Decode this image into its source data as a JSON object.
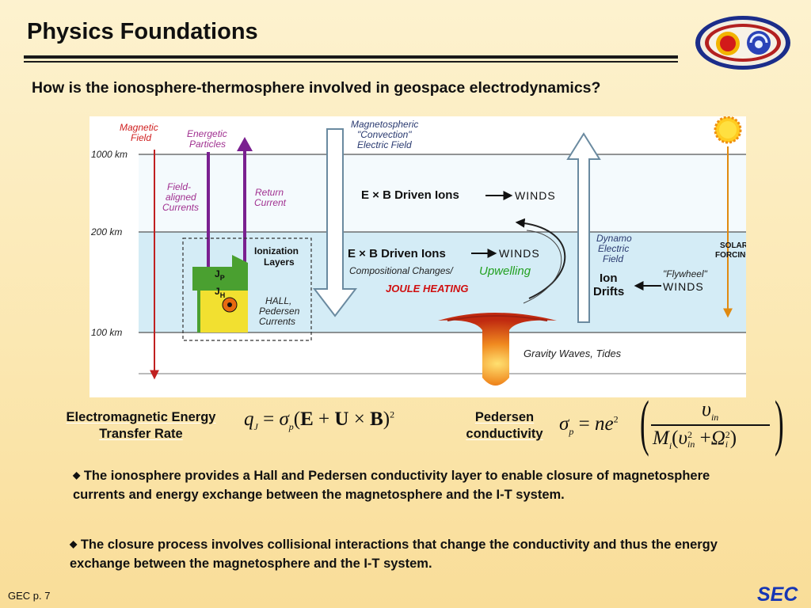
{
  "slide": {
    "title": "Physics Foundations",
    "subtitle": "How is the ionosphere-thermosphere involved in geospace electrodynamics?",
    "footer": "GEC p. 7",
    "brand": "SEC"
  },
  "figure": {
    "magnetic_field": [
      "Magnetic",
      "Field"
    ],
    "energetic_particles": [
      "Energetic",
      "Particles"
    ],
    "convection": [
      "Magnetospheric",
      "\"Convection\"",
      "Electric Field"
    ],
    "alt_1000": "1000 km",
    "alt_200": "200 km",
    "alt_100": "100 km",
    "field_aligned": [
      "Field-",
      "aligned",
      "Currents"
    ],
    "return_current": [
      "Return",
      "Current"
    ],
    "exb_upper": "E × B Driven Ions",
    "winds_upper": "WINDS",
    "ionization": [
      "Ionization",
      "Layers"
    ],
    "jp": "J",
    "jp_sub": "P",
    "jh": "J",
    "jh_sub": "H",
    "hall": [
      "HALL,",
      "Pedersen",
      "Currents"
    ],
    "exb_lower": "E × B Driven Ions",
    "winds_lower": "WINDS",
    "compositional": "Compositional Changes/",
    "upwelling": "Upwelling",
    "joule": "JOULE HEATING",
    "dynamo": [
      "Dynamo",
      "Electric",
      "Field"
    ],
    "ion_drifts": [
      "Ion",
      "Drifts"
    ],
    "flywheel": "\"Flywheel\"",
    "winds_flywheel": "WINDS",
    "solar_forcing": [
      "SOLAR",
      "FORCING"
    ],
    "gravity_waves": "Gravity Waves, Tides"
  },
  "equations": {
    "em_label": [
      "Electromagnetic Energy",
      "Transfer Rate"
    ],
    "pedersen_label": [
      "Pedersen",
      "conductivity"
    ]
  },
  "bullets": [
    "The ionosphere provides a Hall and Pedersen conductivity layer to enable closure of magnetosphere currents and energy exchange between the magnetosphere and the I-T system.",
    "The closure process involves collisional interactions that change the conductivity and thus the energy exchange between the magnetosphere and the I-T system."
  ],
  "colors": {
    "rule": "#1a1a1a",
    "brand": "#1636b4",
    "diagram_sky": "#d4ecf6",
    "arrow_purple": "#7a2090",
    "joule_red": "#d01010",
    "upwelling_green": "#22a020"
  }
}
